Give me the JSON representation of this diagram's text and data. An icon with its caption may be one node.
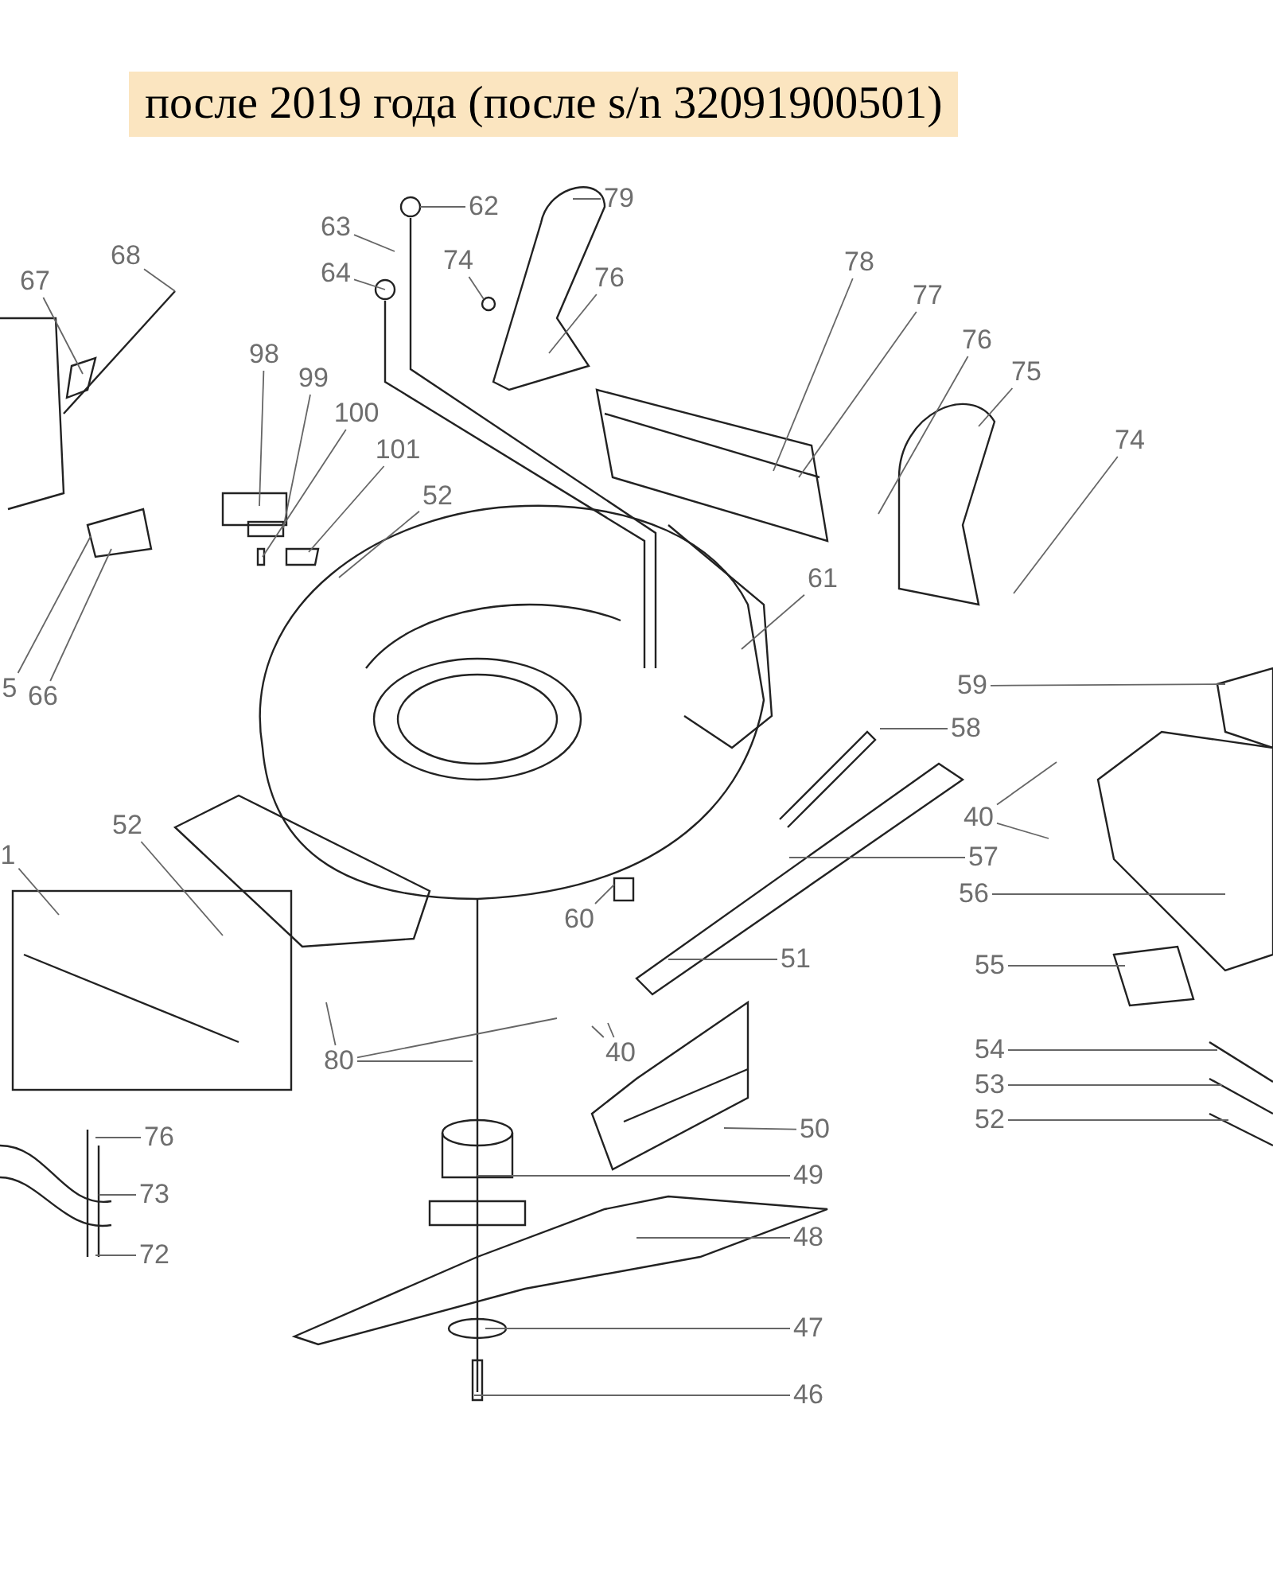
{
  "diagram": {
    "title": "после 2019 года (после s/n 32091900501)",
    "nodes": [
      {
        "text": [
          "62"
        ]
      },
      {
        "text": [
          "79"
        ]
      },
      {
        "text": [
          "63"
        ]
      },
      {
        "text": [
          "74"
        ]
      },
      {
        "text": [
          "64"
        ]
      },
      {
        "text": [
          "68"
        ]
      },
      {
        "text": [
          "78"
        ]
      },
      {
        "text": [
          "76"
        ]
      },
      {
        "text": [
          "67"
        ]
      },
      {
        "text": [
          "77"
        ]
      },
      {
        "text": [
          "98"
        ]
      },
      {
        "text": [
          "99"
        ]
      },
      {
        "text": [
          "76"
        ]
      },
      {
        "text": [
          "75"
        ]
      },
      {
        "text": [
          "100"
        ]
      },
      {
        "text": [
          "74"
        ]
      },
      {
        "text": [
          "101"
        ]
      },
      {
        "text": [
          "52"
        ]
      },
      {
        "text": [
          "5"
        ]
      },
      {
        "text": [
          "66"
        ]
      },
      {
        "text": [
          "61"
        ]
      },
      {
        "text": [
          "59"
        ]
      },
      {
        "text": [
          "58"
        ]
      },
      {
        "text": [
          "40"
        ]
      },
      {
        "text": [
          "52"
        ]
      },
      {
        "text": [
          "1"
        ]
      },
      {
        "text": [
          "57"
        ]
      },
      {
        "text": [
          "56"
        ]
      },
      {
        "text": [
          "60"
        ]
      },
      {
        "text": [
          "51"
        ]
      },
      {
        "text": [
          "55"
        ]
      },
      {
        "text": [
          "80"
        ]
      },
      {
        "text": [
          "40"
        ]
      },
      {
        "text": [
          "54"
        ]
      },
      {
        "text": [
          "53"
        ]
      },
      {
        "text": [
          "52"
        ]
      },
      {
        "text": [
          "50"
        ]
      },
      {
        "text": [
          "76"
        ]
      },
      {
        "text": [
          "49"
        ]
      },
      {
        "text": [
          "73"
        ]
      },
      {
        "text": [
          "48"
        ]
      },
      {
        "text": [
          "72"
        ]
      },
      {
        "text": [
          "47"
        ]
      },
      {
        "text": [
          "46"
        ]
      }
    ],
    "edges": [
      {
        "from": 0,
        "to": null,
        "arrow": "none"
      },
      {
        "from": 1,
        "to": null,
        "arrow": "none"
      },
      {
        "from": 2,
        "to": null,
        "arrow": "none"
      },
      {
        "from": 3,
        "to": null,
        "arrow": "none"
      },
      {
        "from": 4,
        "to": null,
        "arrow": "none"
      },
      {
        "from": 5,
        "to": null,
        "arrow": "none"
      },
      {
        "from": 6,
        "to": null,
        "arrow": "none"
      },
      {
        "from": 7,
        "to": null,
        "arrow": "none"
      },
      {
        "from": 8,
        "to": null,
        "arrow": "none"
      },
      {
        "from": 9,
        "to": null,
        "arrow": "none"
      },
      {
        "from": 10,
        "to": null,
        "arrow": "none"
      },
      {
        "from": 11,
        "to": null,
        "arrow": "none"
      },
      {
        "from": 12,
        "to": null,
        "arrow": "none"
      },
      {
        "from": 13,
        "to": null,
        "arrow": "none"
      },
      {
        "from": 14,
        "to": null,
        "arrow": "none"
      },
      {
        "from": 15,
        "to": null,
        "arrow": "none"
      },
      {
        "from": 16,
        "to": null,
        "arrow": "none"
      },
      {
        "from": 17,
        "to": null,
        "arrow": "none"
      },
      {
        "from": 18,
        "to": null,
        "arrow": "none"
      },
      {
        "from": 19,
        "to": null,
        "arrow": "none"
      },
      {
        "from": 20,
        "to": null,
        "arrow": "none"
      },
      {
        "from": 21,
        "to": null,
        "arrow": "none"
      },
      {
        "from": 22,
        "to": null,
        "arrow": "none"
      },
      {
        "from": 23,
        "to": null,
        "arrow": "none"
      },
      {
        "from": 23,
        "to": null,
        "arrow": "none"
      },
      {
        "from": 24,
        "to": null,
        "arrow": "none"
      },
      {
        "from": 25,
        "to": null,
        "arrow": "none"
      },
      {
        "from": 26,
        "to": null,
        "arrow": "none"
      },
      {
        "from": 27,
        "to": null,
        "arrow": "none"
      },
      {
        "from": 28,
        "to": null,
        "arrow": "none"
      },
      {
        "from": 29,
        "to": null,
        "arrow": "none"
      },
      {
        "from": 30,
        "to": null,
        "arrow": "none"
      },
      {
        "from": 31,
        "to": null,
        "arrow": "none"
      },
      {
        "from": 31,
        "to": null,
        "arrow": "none"
      },
      {
        "from": 31,
        "to": null,
        "arrow": "none"
      },
      {
        "from": 32,
        "to": null,
        "arrow": "none"
      },
      {
        "from": 32,
        "to": null,
        "arrow": "none"
      },
      {
        "from": 33,
        "to": null,
        "arrow": "none"
      },
      {
        "from": 34,
        "to": null,
        "arrow": "none"
      },
      {
        "from": 35,
        "to": null,
        "arrow": "none"
      },
      {
        "from": 36,
        "to": null,
        "arrow": "none"
      },
      {
        "from": 37,
        "to": null,
        "arrow": "none"
      },
      {
        "from": 38,
        "to": null,
        "arrow": "none"
      },
      {
        "from": 39,
        "to": null,
        "arrow": "none"
      },
      {
        "from": 40,
        "to": null,
        "arrow": "none"
      },
      {
        "from": 41,
        "to": null,
        "arrow": "none"
      },
      {
        "from": 42,
        "to": null,
        "arrow": "none"
      },
      {
        "from": 43,
        "to": null,
        "arrow": "none"
      }
    ]
  }
}
